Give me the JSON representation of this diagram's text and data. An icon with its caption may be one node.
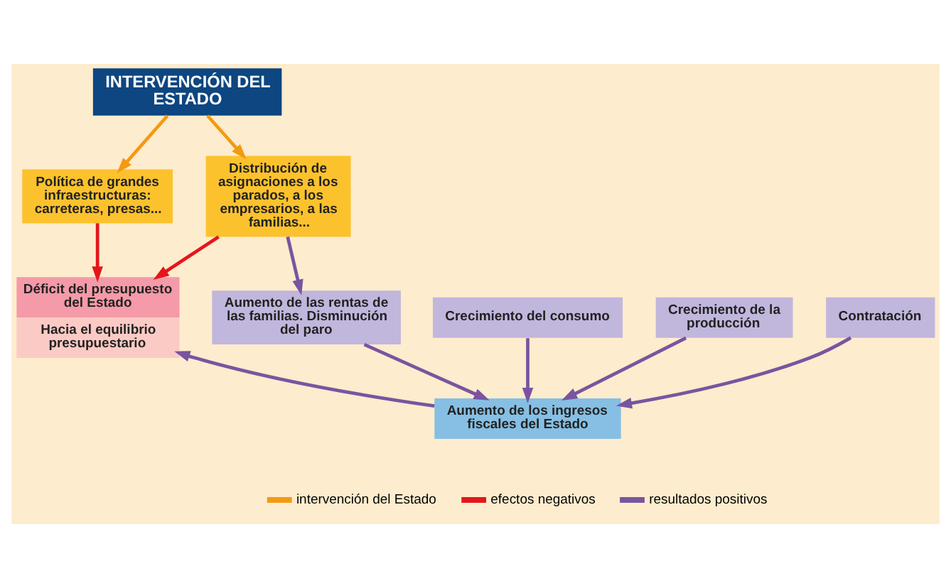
{
  "diagram": {
    "nodes": [
      {
        "text": [
          "INTERVENCIÓN DEL ESTADO"
        ]
      },
      {
        "text": [
          "Política de grandes infraestructuras: carreteras, presas..."
        ]
      },
      {
        "text": [
          "Distribución de asignaciones a los parados, a los empresarios, a las familias..."
        ]
      },
      {
        "text": [
          "Déficit del presupuesto del Estado",
          "Hacia el equilibrio presupuestario"
        ]
      },
      {
        "text": [
          "Aumento de las rentas de las familias. Disminución del paro"
        ]
      },
      {
        "text": [
          "Crecimiento del consumo"
        ]
      },
      {
        "text": [
          "Crecimiento de la producción"
        ]
      },
      {
        "text": [
          "Contratación"
        ]
      },
      {
        "text": [
          "Aumento de los ingresos fiscales del Estado"
        ]
      }
    ],
    "edges": [
      {
        "from": 0,
        "to": 1,
        "arrow": "to",
        "color": "#f39a12"
      },
      {
        "from": 0,
        "to": 2,
        "arrow": "to",
        "color": "#f39a12"
      },
      {
        "from": 1,
        "to": 3,
        "arrow": "to",
        "color": "#e5161b"
      },
      {
        "from": 2,
        "to": 3,
        "arrow": "to",
        "color": "#e5161b"
      },
      {
        "from": 2,
        "to": 4,
        "arrow": "to"
      },
      {
        "from": 4,
        "to": 8,
        "arrow": "to"
      },
      {
        "from": 5,
        "to": 8,
        "arrow": "to"
      },
      {
        "from": 6,
        "to": 8,
        "arrow": "to"
      },
      {
        "from": 7,
        "to": 8,
        "arrow": "to"
      },
      {
        "from": 8,
        "to": 3,
        "arrow": "to"
      }
    ],
    "legend": [
      {
        "text": "intervención del Estado",
        "color": "#f39a12"
      },
      {
        "text": "efectos negativos",
        "color": "#e5161b"
      },
      {
        "text": "resultados positivos",
        "color": "#7a54a0"
      }
    ]
  }
}
